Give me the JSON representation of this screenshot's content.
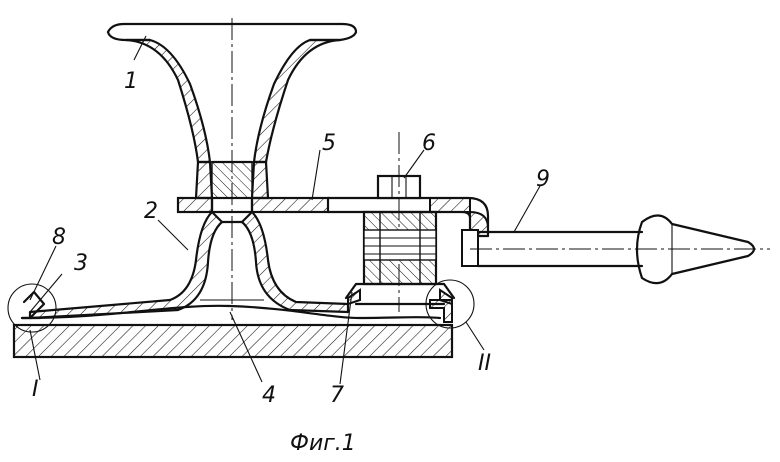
{
  "labels": {
    "n1": "1",
    "n2": "2",
    "n3": "3",
    "n4": "4",
    "n5": "5",
    "n6": "6",
    "n7": "7",
    "n8": "8",
    "n9": "9",
    "rI": "I",
    "rII": "II"
  },
  "caption": "Фиг.1"
}
